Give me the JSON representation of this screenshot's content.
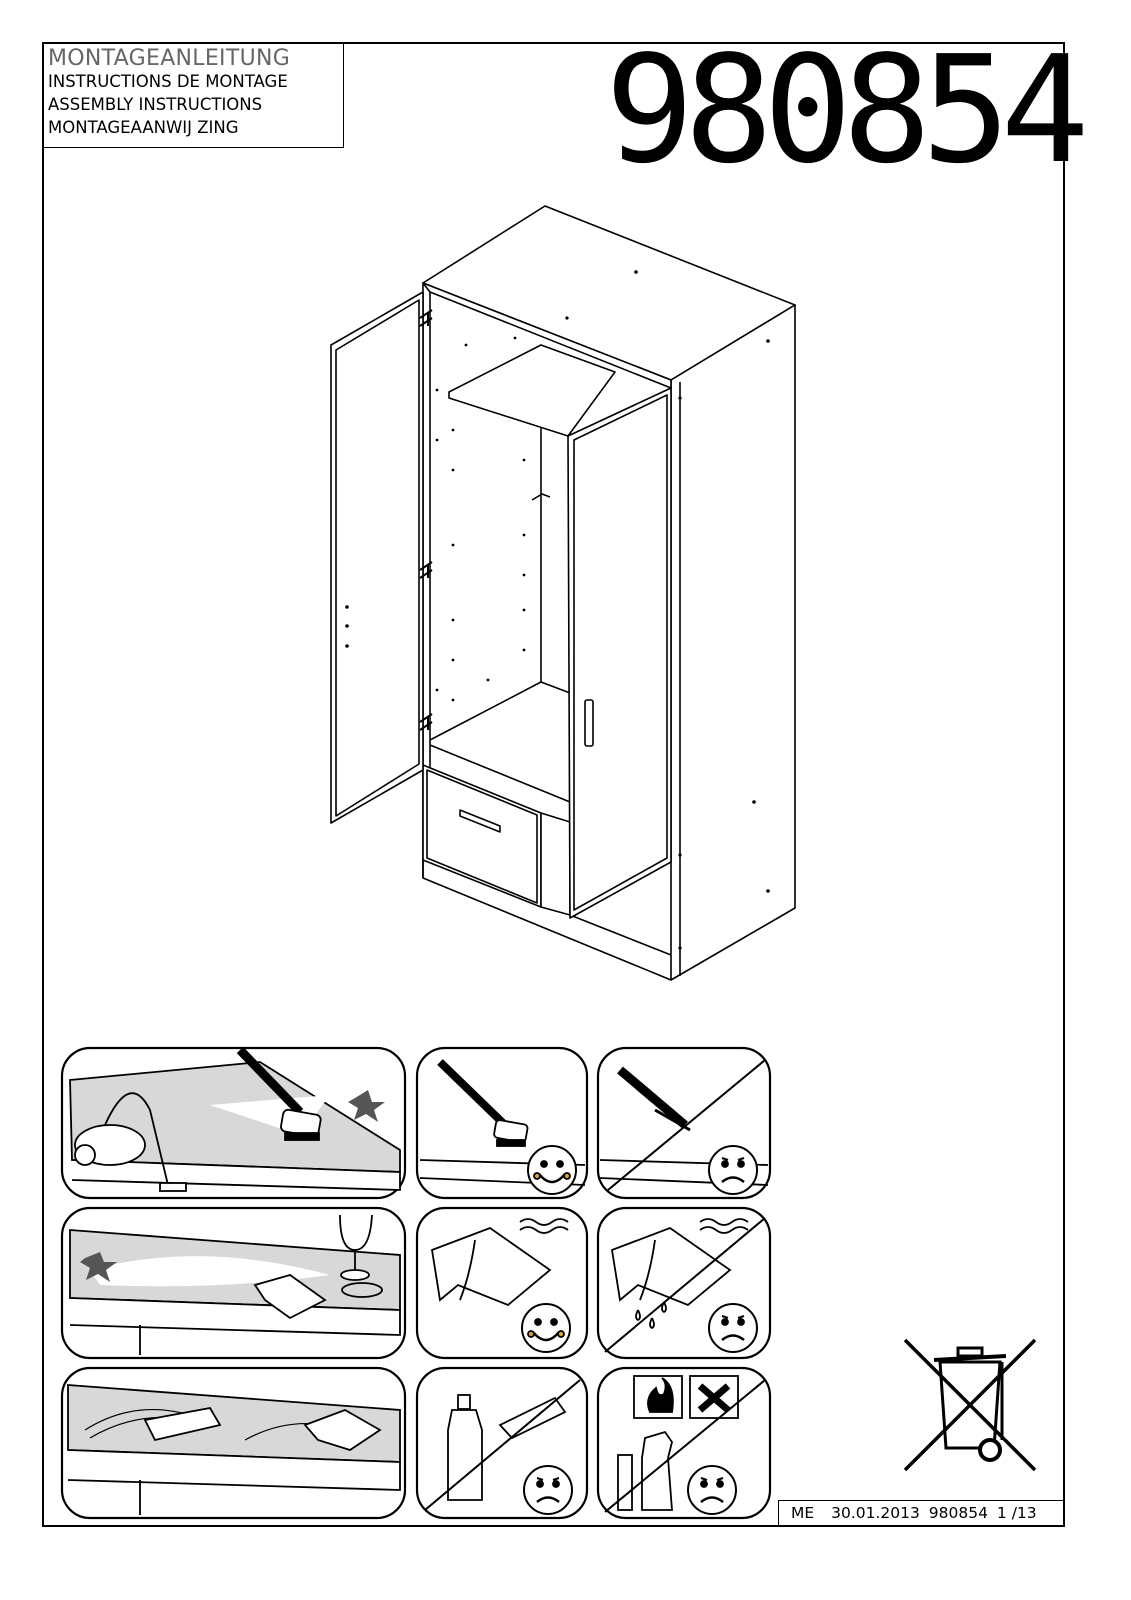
{
  "header": {
    "title_de": "MONTAGEANLEITUNG",
    "title_fr": "INSTRUCTIONS DE MONTAGE",
    "title_en": "ASSEMBLY INSTRUCTIONS",
    "title_nl": "MONTAGEAANWIJ ZING",
    "article_number": "980854"
  },
  "illustration": {
    "product": "wardrobe-icon",
    "care_panels": [
      {
        "icon": "vacuum-brush-icon"
      },
      {
        "icon": "brush-smiley-icon",
        "mood": "happy"
      },
      {
        "icon": "steam-cleaner-crossed-icon",
        "mood": "sad"
      },
      {
        "icon": "glass-spill-wipe-icon"
      },
      {
        "icon": "damp-cloth-smiley-icon",
        "mood": "happy"
      },
      {
        "icon": "wet-cloth-crossed-icon",
        "mood": "sad"
      },
      {
        "icon": "wipe-dry-icon"
      },
      {
        "icon": "cleaner-bottle-crossed-icon",
        "mood": "sad"
      },
      {
        "icon": "flammable-spray-crossed-icon",
        "mood": "sad"
      }
    ],
    "disposal": "crossed-bin-icon"
  },
  "footer": {
    "code": "ME",
    "date": "30.01.2013",
    "article": "980854",
    "page": "1 /13"
  }
}
